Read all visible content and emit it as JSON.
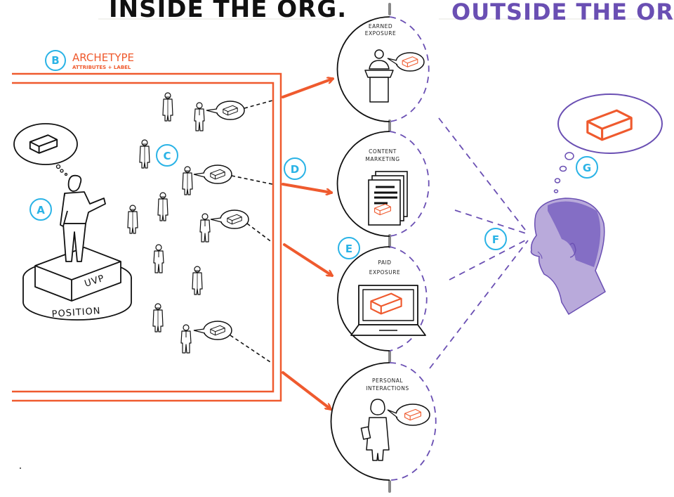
{
  "titles": {
    "inside": "INSIDE THE ORG.",
    "outside": "OUTSIDE THE ORG."
  },
  "archetype": {
    "marker": "B",
    "title": "ARCHETYPE",
    "subtitle": "ATTRIBUTES + LABEL"
  },
  "pedestal": {
    "marker": "A",
    "top_label": "UVP",
    "base_label": "POSITION"
  },
  "markers": {
    "employees": "C",
    "channels_arrows": "D",
    "paid": "E",
    "perception": "F",
    "thought": "G"
  },
  "channels": [
    {
      "label_line1": "EARNED",
      "label_line2": "EXPOSURE",
      "icon": "podium-speaker-icon"
    },
    {
      "label_line1": "CONTENT",
      "label_line2": "MARKETING",
      "icon": "documents-icon"
    },
    {
      "label_line1": "PAID",
      "label_line2": "EXPOSURE",
      "icon": "laptop-icon"
    },
    {
      "label_line1": "PERSONAL",
      "label_line2": "INTERACTIONS",
      "icon": "businesswoman-icon"
    }
  ],
  "colors": {
    "orange": "#ef5a2e",
    "purple": "#6a4fb3",
    "marker_blue": "#2ab3e6",
    "ink": "#111111"
  }
}
